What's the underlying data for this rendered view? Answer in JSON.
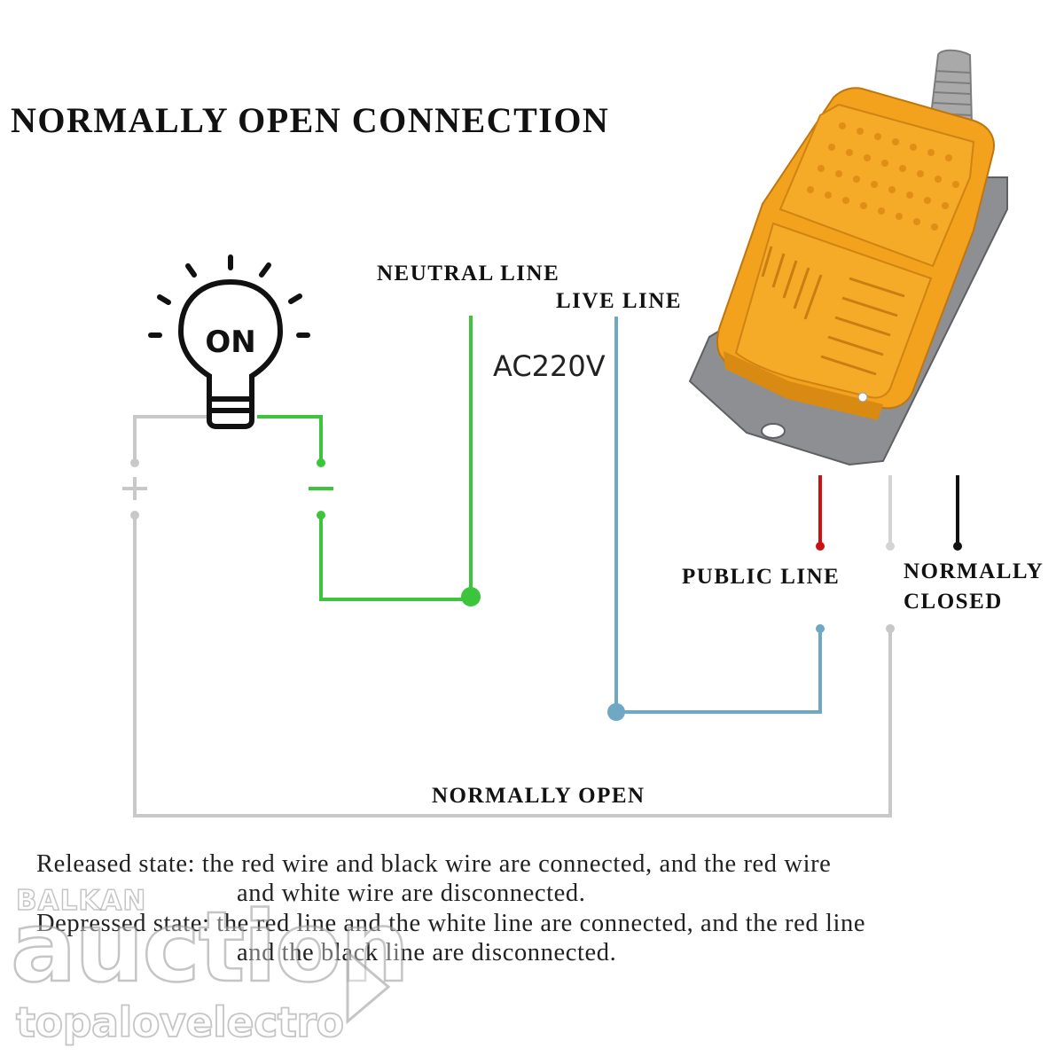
{
  "title": "NORMALLY OPEN CONNECTION",
  "labels": {
    "neutral_line": "NEUTRAL LINE",
    "live_line": "LIVE LINE",
    "voltage": "AC220V",
    "public_line": "PUBLIC LINE",
    "normally_closed_1": "NORMALLY",
    "normally_closed_2": "CLOSED",
    "normally_open": "NORMALLY OPEN",
    "bulb_text": "ON",
    "plus_sign": "+",
    "minus_sign": "−"
  },
  "description": {
    "released_1": "Released state: the red wire and black wire are connected, and the red wire",
    "released_2": "and white wire are disconnected.",
    "depressed_1": "Depressed state: the red line and the white line are connected, and the red line",
    "depressed_2": "and the black line are disconnected."
  },
  "watermark": {
    "line1": "BALKAN",
    "line2": "auction",
    "line3": "topalovelectro"
  },
  "colors": {
    "neutral_wire": "#3cc43c",
    "live_wire": "#6fa8c4",
    "return_wire": "#c8c8c8",
    "red_wire": "#cc1111",
    "white_wire": "#d4d4d4",
    "black_wire": "#111111",
    "pedal_orange": "#f2a21c",
    "pedal_base": "#8d8f92"
  }
}
